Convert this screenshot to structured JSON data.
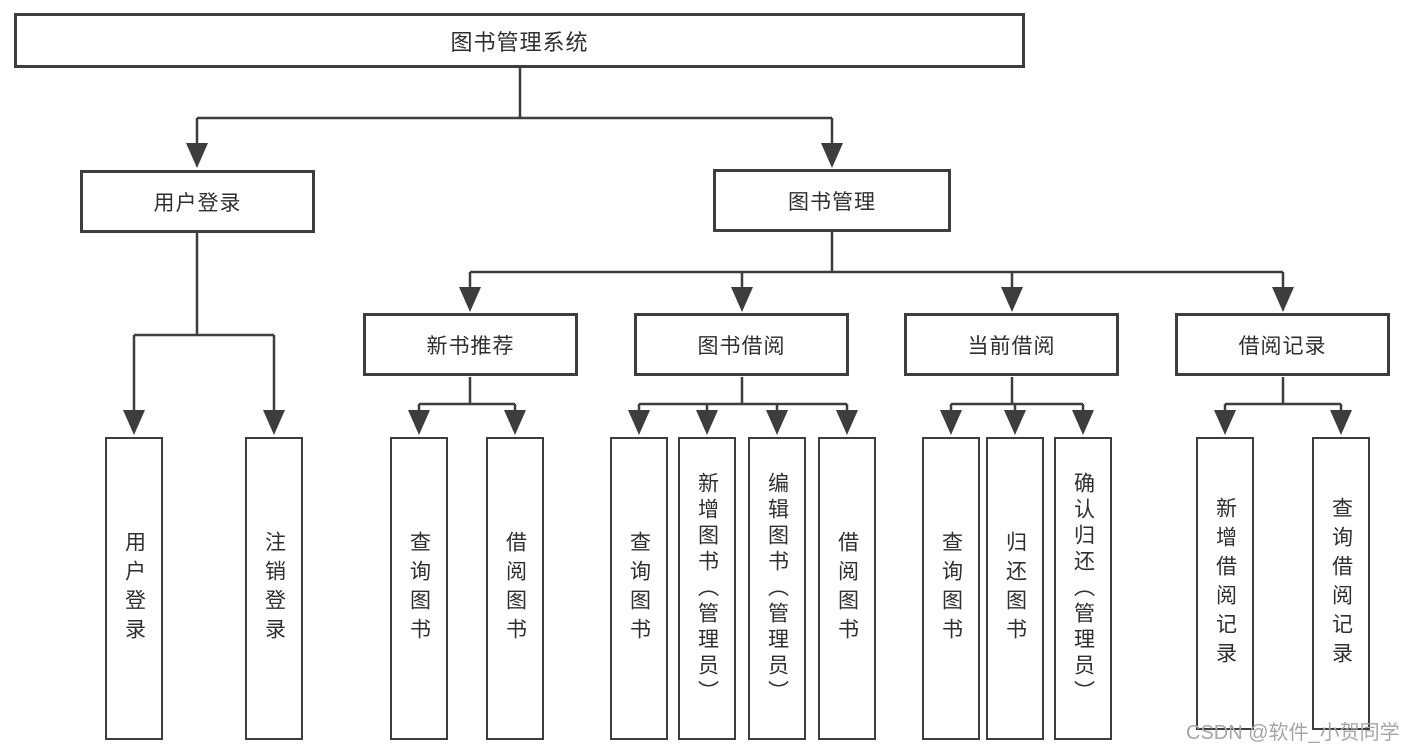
{
  "tree": {
    "root": "图书管理系统",
    "user_login": {
      "label": "用户登录",
      "children": [
        "用户登录",
        "注销登录"
      ]
    },
    "book_management": {
      "label": "图书管理",
      "sections": {
        "new_book_recommend": {
          "label": "新书推荐",
          "children": [
            "查询图书",
            "借阅图书"
          ]
        },
        "book_borrowing": {
          "label": "图书借阅",
          "children": [
            "查询图书",
            "新增图书（管理员）",
            "编辑图书（管理员）",
            "借阅图书"
          ]
        },
        "current_borrowing": {
          "label": "当前借阅",
          "children": [
            "查询图书",
            "归还图书",
            "确认归还（管理员）"
          ]
        },
        "borrowing_records": {
          "label": "借阅记录",
          "children": [
            "新增借阅记录",
            "查询借阅记录"
          ]
        }
      }
    }
  },
  "watermark": {
    "text": "CSDN @软件_小贺同学"
  },
  "colors": {
    "line": "#3d3d3d",
    "text": "#2f2f2f",
    "watermark": "#a6a6a6",
    "background": "#ffffff"
  }
}
